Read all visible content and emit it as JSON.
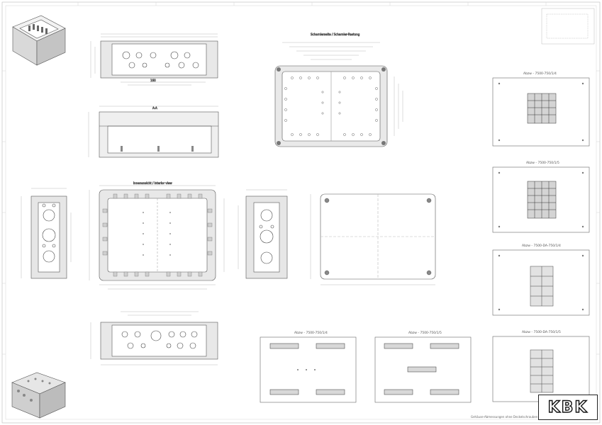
{
  "sheet": {
    "title_text": "",
    "footer_note": "Gehäuse-Abmessungen ohne Deckelschrauben ..."
  },
  "views": {
    "hinge_label": "Scharnierseite / Scharnier-Rastung",
    "interior_label": "Innenansicht / interior view",
    "section_label": "A-A"
  },
  "panels": [
    {
      "label": "Abzw - 7500-750/1/4"
    },
    {
      "label": "Abzw - 7500-750/1/5"
    },
    {
      "label": "Abzw - 7500-DA-750/1/4"
    },
    {
      "label": "Abzw - 7500-DA-750/1/5"
    },
    {
      "label": "Abzw - 7500-750/1/4"
    },
    {
      "label": "Abzw - 7500-750/1/5"
    }
  ],
  "logo": {
    "text": "KBK"
  },
  "colors": {
    "line": "#555555",
    "dim": "#9a9a9a",
    "box": "#e8e8e8",
    "cell": "#cfcfcf"
  }
}
